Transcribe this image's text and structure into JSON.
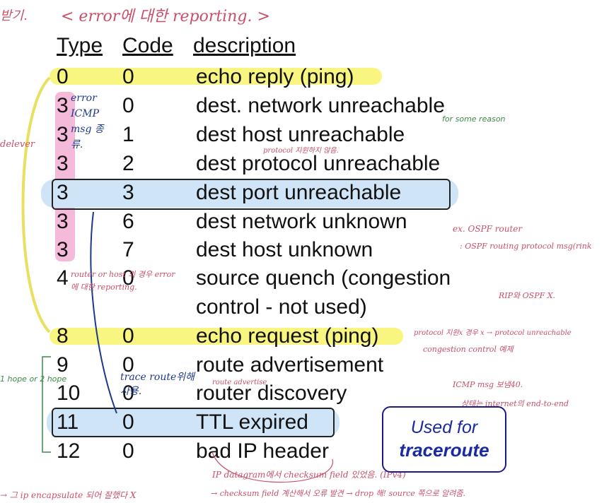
{
  "title": "< error에 대한 reporting. >",
  "title_prefix": "받기.",
  "headers": {
    "type": "Type",
    "code": "Code",
    "description": "description"
  },
  "rows": [
    {
      "type": "0",
      "code": "0",
      "description": "echo reply (ping)"
    },
    {
      "type": "3",
      "code": "0",
      "description": "dest. network unreachable"
    },
    {
      "type": "3",
      "code": "1",
      "description": "dest host unreachable"
    },
    {
      "type": "3",
      "code": "2",
      "description": "dest protocol unreachable"
    },
    {
      "type": "3",
      "code": "3",
      "description": "dest port unreachable"
    },
    {
      "type": "3",
      "code": "6",
      "description": "dest network unknown"
    },
    {
      "type": "3",
      "code": "7",
      "description": "dest host unknown"
    },
    {
      "type": "4",
      "code": "0",
      "description": "source quench (congestion"
    },
    {
      "type": "",
      "code": "",
      "description": "control - not used)"
    },
    {
      "type": "8",
      "code": "0",
      "description": "echo request (ping)"
    },
    {
      "type": "9",
      "code": "0",
      "description": "route advertisement"
    },
    {
      "type": "10",
      "code": "0",
      "description": "router discovery"
    },
    {
      "type": "11",
      "code": "0",
      "description": "TTL expired"
    },
    {
      "type": "12",
      "code": "0",
      "description": "bad IP header"
    }
  ],
  "callout": {
    "line1": "Used for",
    "line2": "traceroute"
  },
  "annotations": {
    "error_icmp": "error ICMP msg 종류.",
    "router_host": "router or host 의 경우 error에 대한 reporting.",
    "trace_route": "trace route위해 사용.",
    "for_some_reason": "for some reason",
    "protocol_note": "protocol 지원하지 않음.",
    "ospf_router": "ex. OSPF router",
    "ospf_msg": ": OSPF routing protocol msg(rink",
    "congestion": "congestion control 예제",
    "protocol_unreach": "protocol 지원x 경우 x → protocol unreachable",
    "icmp_msg": "ICMP msg 보냄40.",
    "internet_e2e": "상태는 internet의 end-to-end",
    "rip_ospf": "RIP와 OSPF X.",
    "ip_checksum": "IP datagram에서 checksum field 있었음. (IPv4)",
    "checksum_drop": "→ checksum field 계산해서 오류 발견 → drop 해! source 쪽으로 알려줌.",
    "bottom_left": "→ 그 ip encapsulate 되어 잘했다 X",
    "route_advertise": "route advertise",
    "one_hope": "1 hope or 2 hope",
    "deliever": "delever"
  },
  "colors": {
    "yellow": "#f7f56a",
    "pink": "#f2a7cf",
    "blue": "#cfe4f7",
    "callout": "#1a2aa0",
    "red_ink": "#c8506a",
    "green_ink": "#3e8a4a"
  }
}
